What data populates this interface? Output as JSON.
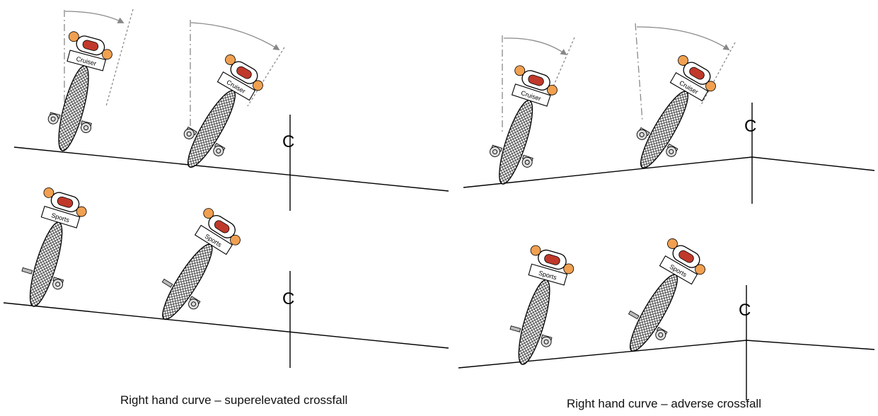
{
  "captions": {
    "left": "Right hand curve – superelevated crossfall",
    "right": "Right hand curve – adverse crossfall"
  },
  "centreline_label": "C",
  "riders": {
    "cruiser_label": "Cruiser",
    "sports_label": "Sports"
  },
  "colors": {
    "line": "#000000",
    "helmet": "#c0392b",
    "hands": "#f0a050",
    "arrow": "#888888"
  }
}
